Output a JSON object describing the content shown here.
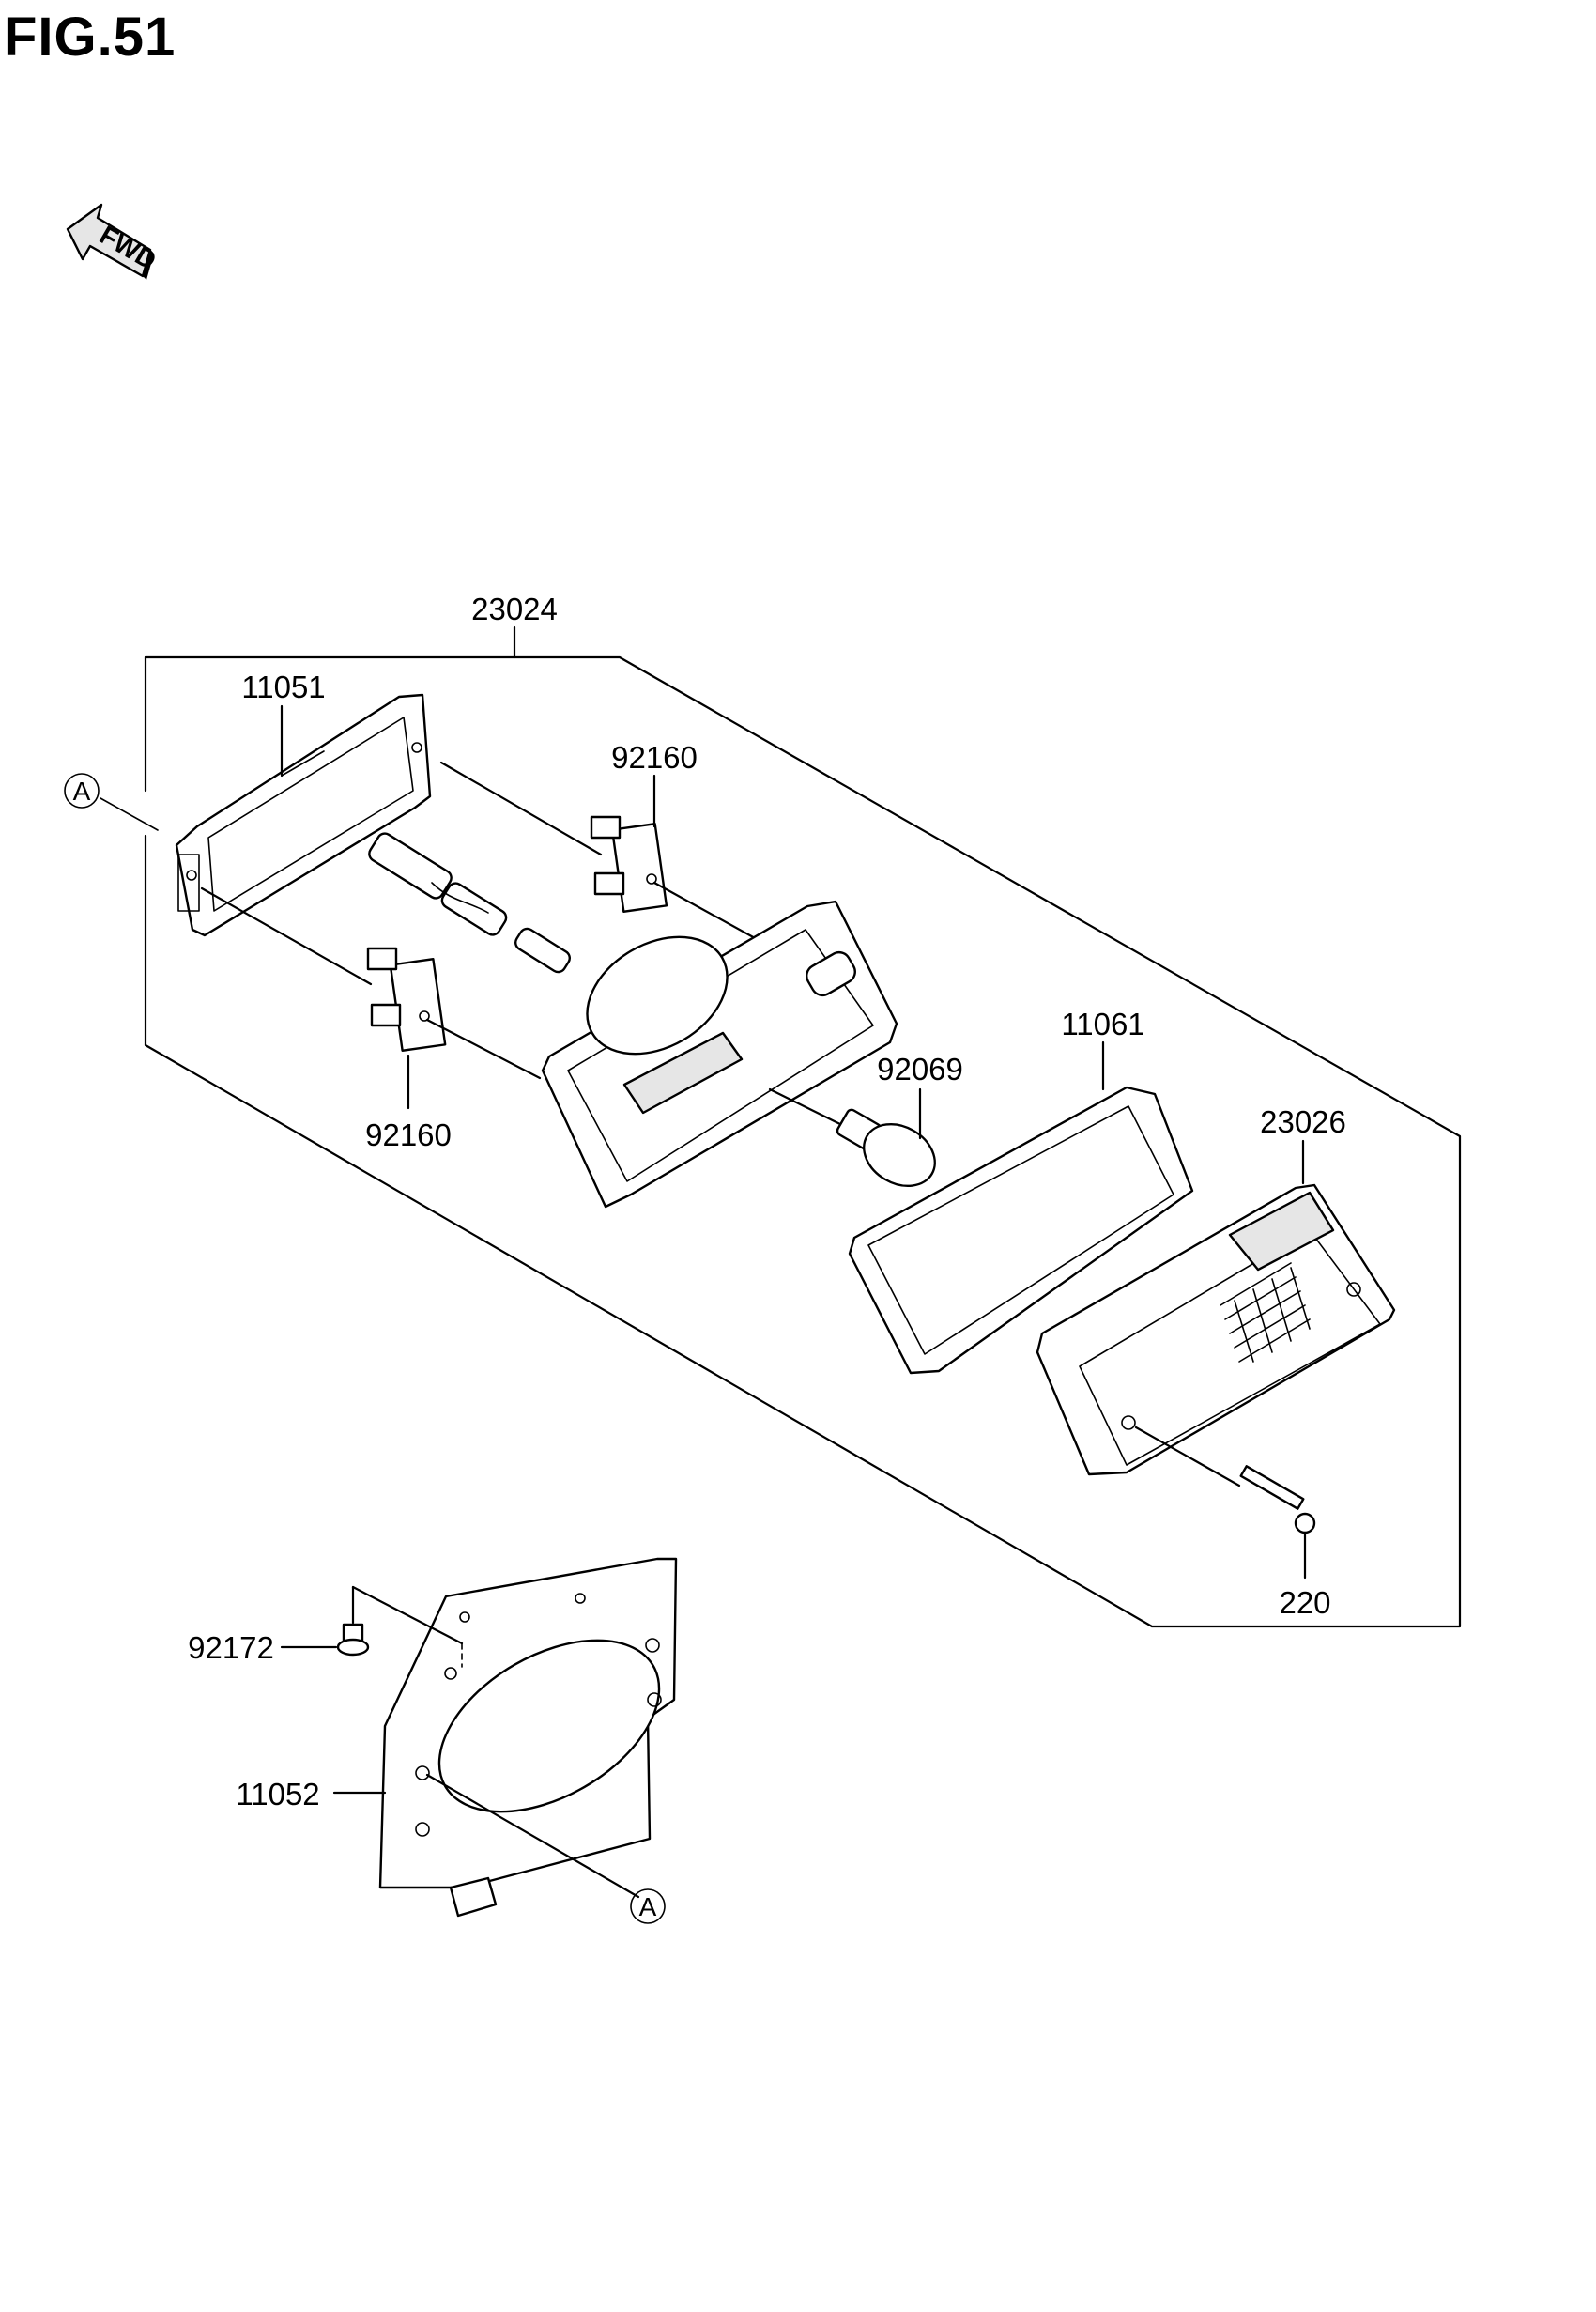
{
  "figure": {
    "title": "FIG.51"
  },
  "fwd_badge": {
    "text": "FWD"
  },
  "part_labels": {
    "assembly": "23024",
    "lamp_base": "11051",
    "socket_upper": "92160",
    "socket_lower": "92160",
    "bulb": "92069",
    "gasket": "11061",
    "lens": "23026",
    "screw_long": "220",
    "screw_bracket": "92172",
    "bracket": "11052"
  },
  "ref_markers": {
    "top": "A",
    "bottom": "A"
  }
}
